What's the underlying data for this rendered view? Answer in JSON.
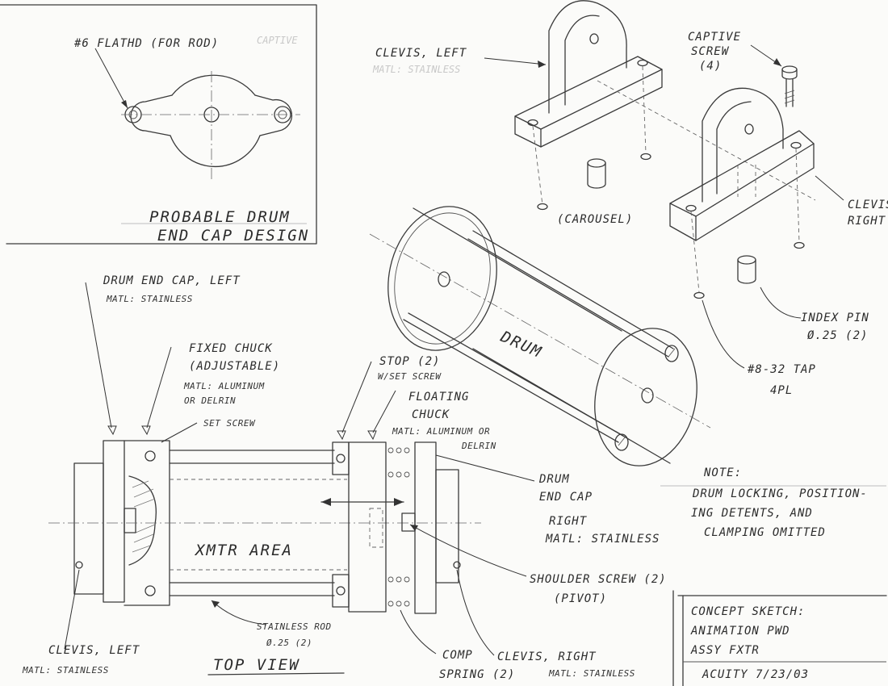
{
  "inset": {
    "screw_label": "#6 FLATHD (FOR ROD)",
    "ghost_label": "CAPTIVE",
    "caption_line1": "PROBABLE DRUM",
    "caption_line2": "END CAP DESIGN"
  },
  "iso": {
    "clevis_left": "CLEVIS, LEFT",
    "clevis_left_matl": "MATL: STAINLESS",
    "captive_line1": "CAPTIVE",
    "captive_line2": "SCREW",
    "captive_line3": "(4)",
    "carousel": "(CAROUSEL)",
    "clevis_right_line1": "CLEVIS,",
    "clevis_right_line2": "RIGHT",
    "index_pin_line1": "INDEX PIN",
    "index_pin_line2": "Ø.25 (2)",
    "tapped_line1": "#8-32 TAP",
    "tapped_line2": "4PL",
    "drum": "DRUM"
  },
  "top_view": {
    "end_cap_left_line1": "DRUM END CAP, LEFT",
    "end_cap_left_line2": "MATL: STAINLESS",
    "fixed_chuck_line1": "FIXED CHUCK",
    "fixed_chuck_line2": "(ADJUSTABLE)",
    "fixed_chuck_line3": "MATL: ALUMINUM",
    "fixed_chuck_line4": "OR DELRIN",
    "set_screw": "SET SCREW",
    "stop_line1": "STOP (2)",
    "stop_line2": "W/SET SCREW",
    "floating_line1": "FLOATING",
    "floating_line2": "CHUCK",
    "floating_line3": "MATL: ALUMINUM OR",
    "floating_line4": "DELRIN",
    "end_cap_right_line1": "DRUM",
    "end_cap_right_line2": "END CAP",
    "end_cap_right_line3": "RIGHT",
    "end_cap_right_line4": "MATL: STAINLESS",
    "xmtr": "XMTR AREA",
    "shoulder_line1": "SHOULDER SCREW (2)",
    "shoulder_line2": "(PIVOT)",
    "rod_line1": "STAINLESS ROD",
    "rod_line2": "Ø.25 (2)",
    "clevis_left_line1": "CLEVIS, LEFT",
    "clevis_left_line2": "MATL: STAINLESS",
    "comp_line1": "COMP",
    "comp_line2": "SPRING (2)",
    "clevis_right_line1": "CLEVIS, RIGHT",
    "clevis_right_line2": "MATL: STAINLESS",
    "title": "TOP VIEW"
  },
  "note": {
    "heading": "NOTE:",
    "line1": "DRUM LOCKING, POSITION-",
    "line2": "ING DETENTS, AND",
    "line3": "CLAMPING OMITTED"
  },
  "title_block": {
    "line1": "CONCEPT SKETCH:",
    "line2": "ANIMATION PWD",
    "line3": "ASSY FXTR",
    "line4": "ACUITY 7/23/03"
  }
}
